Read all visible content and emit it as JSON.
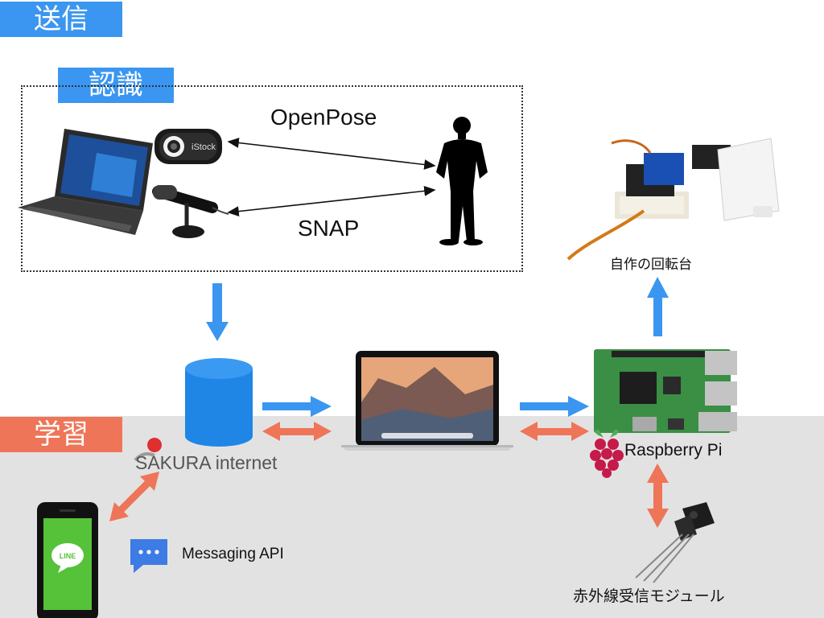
{
  "sections": {
    "send": "送信",
    "recognition": "認識",
    "learning": "学習"
  },
  "labels": {
    "openpose": "OpenPose",
    "snap": "SNAP",
    "turntable": "自作の回転台",
    "sakura": "SAKURA internet",
    "raspberry": "Raspberry Pi",
    "messaging": "Messaging API",
    "ir_module": "赤外線受信モジュール",
    "line_logo": "LINE",
    "webcam_brand": "iStock"
  },
  "colors": {
    "blue_arrow": "#3a96f0",
    "red_arrow": "#ef7558",
    "band": "#e3e2e3",
    "line_green": "#55c23a"
  }
}
